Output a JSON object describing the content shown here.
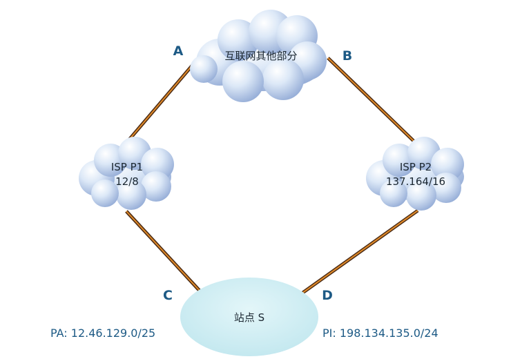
{
  "clouds": {
    "internet": {
      "label": "互联网其他部分"
    },
    "isp_p1": {
      "name": "ISP P1",
      "prefix": "12/8"
    },
    "isp_p2": {
      "name": "ISP P2",
      "prefix": "137.164/16"
    }
  },
  "site": {
    "label": "站点 S"
  },
  "links": {
    "a": "A",
    "b": "B",
    "c": "C",
    "d": "D"
  },
  "addresses": {
    "pa": "PA: 12.46.129.0/25",
    "pi": "PI: 198.134.135.0/24"
  },
  "colors": {
    "link_dark": "#4a2a14",
    "link_orange": "#e08a28",
    "cloud_light": "#eef4fc",
    "cloud_dark": "#8fa8d4",
    "site_fill": "#d3eef3",
    "label_blue": "#1d5a85"
  }
}
